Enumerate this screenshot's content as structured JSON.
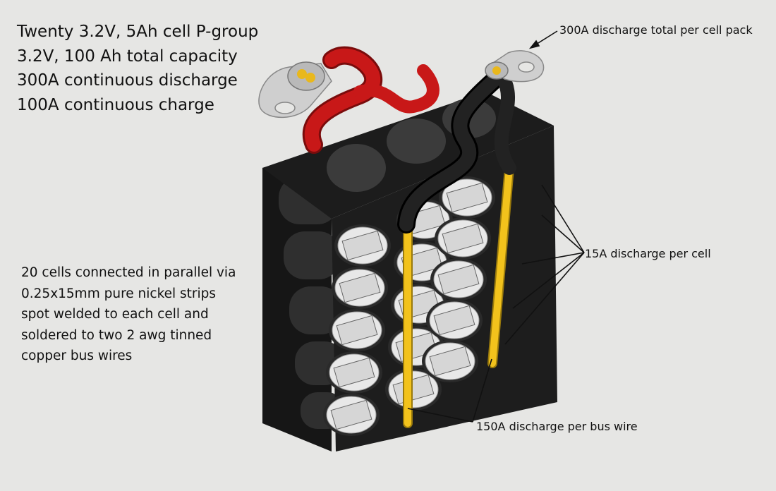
{
  "spec_lines": [
    "Twenty 3.2V, 5Ah cell P-group",
    "3.2V, 100 Ah total capacity",
    "300A continuous discharge",
    "100A continuous charge"
  ],
  "description_lines": [
    "20 cells connected in parallel via",
    "0.25x15mm pure nickel strips",
    "spot welded to each cell and",
    "soldered to two 2 awg tinned",
    "copper bus wires"
  ],
  "callouts": {
    "total": "300A discharge total per cell pack",
    "per_cell": "15A discharge per cell",
    "per_bus": "150A discharge per bus wire"
  },
  "colors": {
    "background": "#e6e6e4",
    "holder": "#1f1f1f",
    "cell": "#3a3a3a",
    "nickel": "#dcdcdc",
    "bus_wire": "#f2c21c",
    "positive_cable": "#c81818",
    "negative_cable": "#1a1a1a",
    "lug": "#cfcfcf"
  }
}
